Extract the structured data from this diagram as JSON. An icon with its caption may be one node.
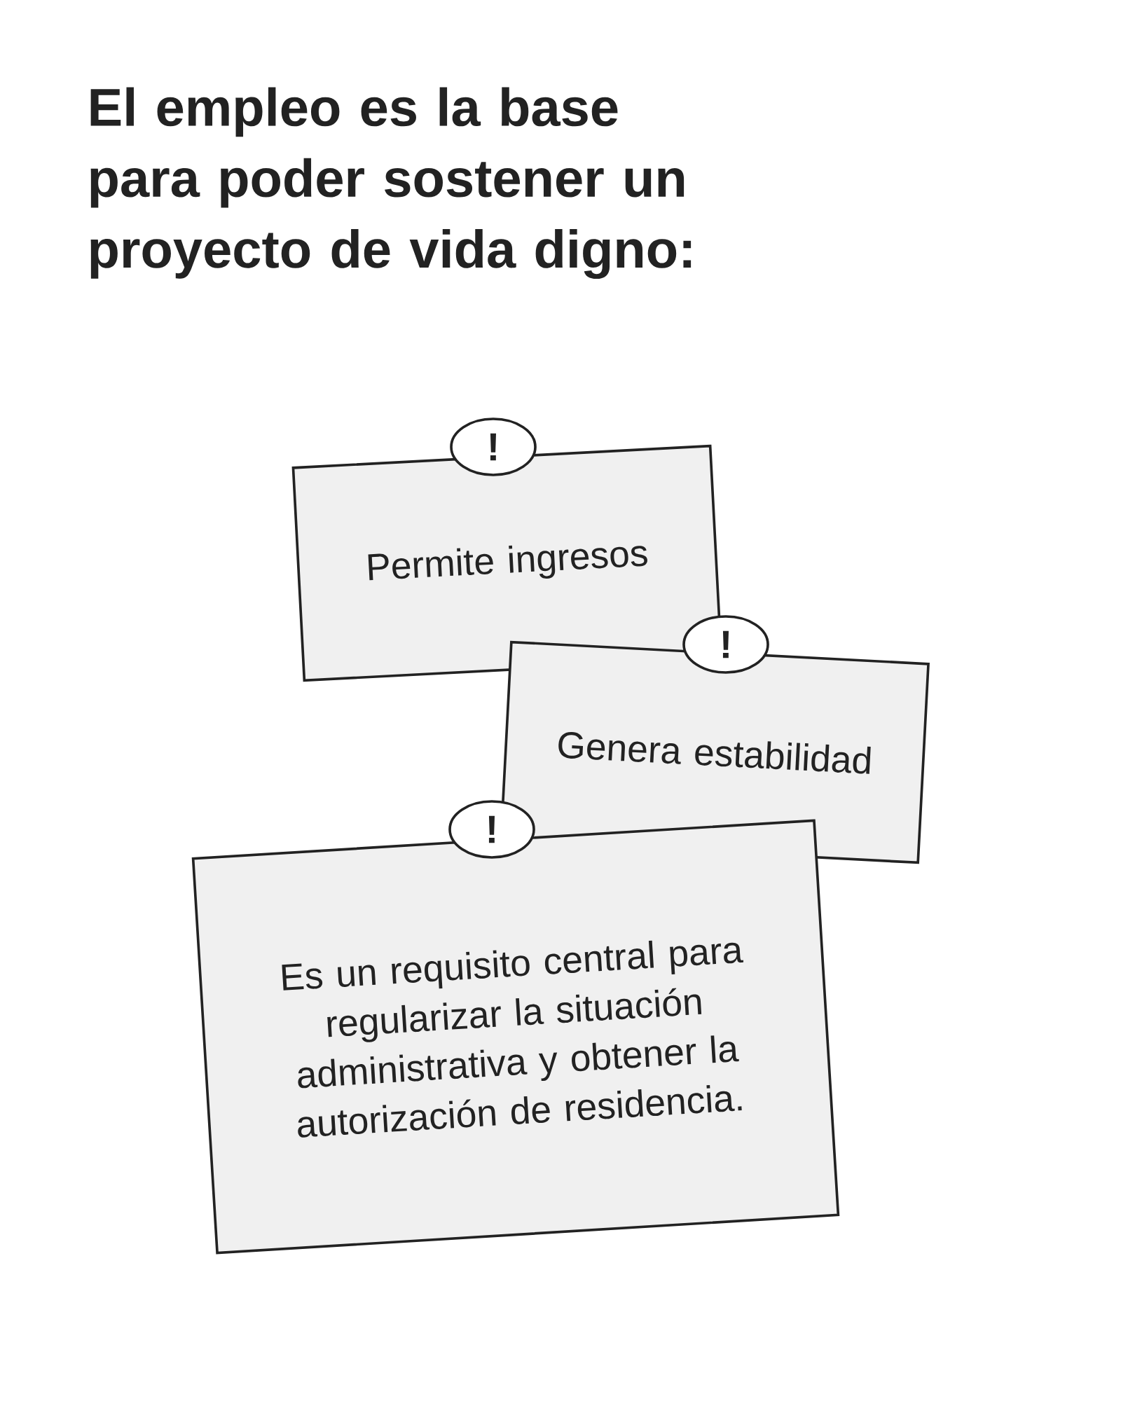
{
  "diagram": {
    "title": "El empleo es la base para poder sostener un proyecto de vida digno:",
    "nodes": [
      {
        "text": [
          "Permite ingresos"
        ]
      },
      {
        "text": [
          "!"
        ]
      },
      {
        "text": [
          "Genera estabilidad"
        ]
      },
      {
        "text": [
          "!"
        ]
      },
      {
        "text": [
          "Es un requisito central para regularizar la situación administrativa y obtener la autorización de residencia."
        ]
      },
      {
        "text": [
          "!"
        ]
      }
    ]
  }
}
